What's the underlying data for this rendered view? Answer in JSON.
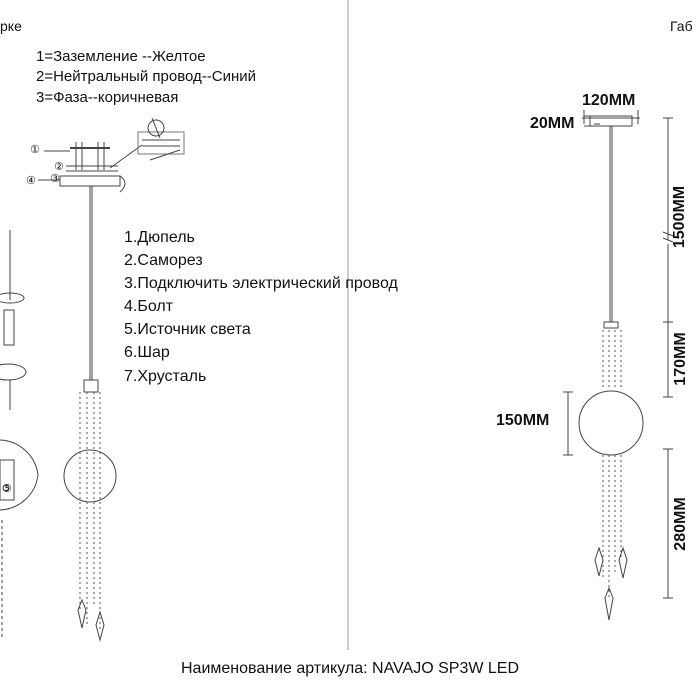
{
  "headers": {
    "left_fragment": "рке",
    "right_fragment": "Габ"
  },
  "wiring": [
    "1=Заземление --Желтое",
    "2=Нейтральный провод--Синий",
    "3=Фаза--коричневая"
  ],
  "parts": [
    "1.Дюпель",
    "2.Саморез",
    "3.Подключить электрический провод",
    "4.Болт",
    "5.Источник света",
    "6.Шар",
    "7.Хрусталь"
  ],
  "callouts": [
    "①",
    "②",
    "③",
    "④",
    "⑤"
  ],
  "dimensions": {
    "canopy_width": "120MM",
    "canopy_height": "20MM",
    "cable_length": "1500MM",
    "upper_crystal": "170MM",
    "ball_diameter": "150MM",
    "lower_crystal": "280MM"
  },
  "footer": "Наименование артикула: NAVAJO SP3W LED"
}
